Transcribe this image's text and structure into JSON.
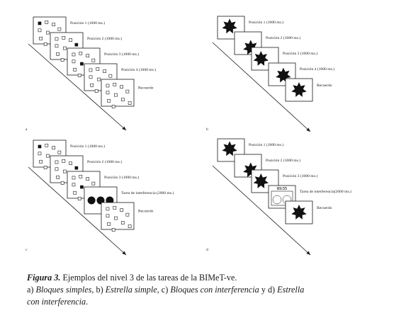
{
  "panels": [
    {
      "letter": "a",
      "kind": "blocks",
      "labels": [
        "Posición 1 (1000 ms.)",
        "Posición 2 (1000 ms.)",
        "Posición 3 (1000 ms.)",
        "Posición 4 (1000 ms.)",
        "Recuerdo"
      ]
    },
    {
      "letter": "b",
      "kind": "star",
      "labels": [
        "Posición 1 (1000 ms.)",
        "Posición 2 (1000 ms.)",
        "Posición 3 (1000 ms.)",
        "Posición 4 (1000 ms.)",
        "Recuerdo"
      ]
    },
    {
      "letter": "c",
      "kind": "blocks-interference",
      "labels": [
        "Posición 1 (1000 ms.)",
        "Posición 2 (1000 ms.)",
        "Posición 3 (1000 ms.)",
        "Tarea de interferencia (2000 ms.)",
        "Recuerdo"
      ]
    },
    {
      "letter": "d",
      "kind": "star-interference",
      "labels": [
        "Posición 1 (1000 ms.)",
        "Posición 2 (1000 ms.)",
        "Posición 3 (1000 ms.)",
        "Tarea de interferencia(2000 ms.)",
        "Recuerdo"
      ],
      "clock": "03:55"
    }
  ],
  "caption": {
    "figure_label": "Figura 3.",
    "title": " Ejemplos del nivel 3 de las tareas de la BIMeT-ve.",
    "line2_a": "a) ",
    "item_a": "Bloques simples",
    "sep_ab": ", b) ",
    "item_b": "Estrella simple",
    "sep_bc": ", c) ",
    "item_c": "Bloques con interferencia",
    "sep_cd": " y d) ",
    "item_d1": "Estrella",
    "item_d2": "con interferencia",
    "end": "."
  }
}
